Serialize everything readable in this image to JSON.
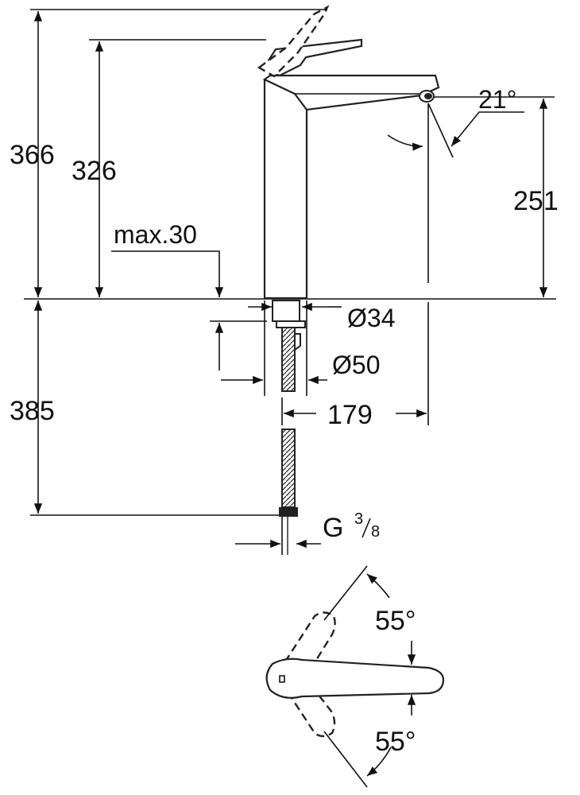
{
  "dimensions": {
    "total_height": "366",
    "spout_height": "326",
    "deck_thickness": "max.30",
    "outlet_height": "251",
    "spout_angle": "21°",
    "mount_hole": "Ø34",
    "base_diameter": "Ø50",
    "reach": "179",
    "hose_length": "385",
    "thread": "G",
    "thread_num": "3",
    "thread_den": "8",
    "lever_angle_top": "55°",
    "lever_angle_bottom": "55°"
  }
}
